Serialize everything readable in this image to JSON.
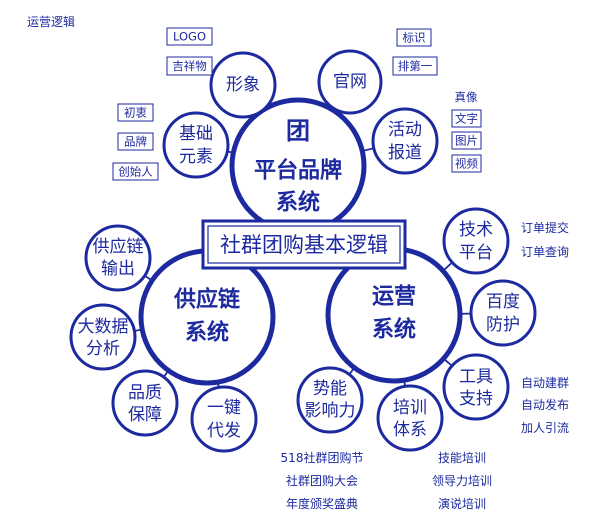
{
  "title": "运营逻辑",
  "center": {
    "label": "社群团购基本逻辑"
  },
  "colors": {
    "primary": "#1d2a9f",
    "background": "#ffffff"
  },
  "brand_system": {
    "lines": [
      "团",
      "平台品牌",
      "系统"
    ],
    "branches": [
      {
        "lines": [
          "基础",
          "元素"
        ],
        "tags": [
          "初衷",
          "品牌",
          "创始人"
        ]
      },
      {
        "lines": [
          "形象"
        ],
        "tags": [
          "LOGO",
          "吉祥物"
        ]
      },
      {
        "lines": [
          "官网"
        ],
        "tags": [
          "标识",
          "排第一"
        ]
      },
      {
        "lines": [
          "活动",
          "报道"
        ],
        "tags": [
          "真像",
          "文字",
          "图片",
          "视频"
        ]
      }
    ]
  },
  "supply_chain_system": {
    "lines": [
      "供应链",
      "系统"
    ],
    "branches": [
      {
        "lines": [
          "供应链",
          "输出"
        ]
      },
      {
        "lines": [
          "大数据",
          "分析"
        ]
      },
      {
        "lines": [
          "品质",
          "保障"
        ]
      },
      {
        "lines": [
          "一键",
          "代发"
        ]
      }
    ]
  },
  "operations_system": {
    "lines": [
      "运营",
      "系统"
    ],
    "branches": [
      {
        "lines": [
          "技术",
          "平台"
        ],
        "notes": [
          "订单提交",
          "订单查询"
        ]
      },
      {
        "lines": [
          "百度",
          "防护"
        ]
      },
      {
        "lines": [
          "工具",
          "支持"
        ],
        "notes": [
          "自动建群",
          "自动发布",
          "加人引流"
        ]
      },
      {
        "lines": [
          "培训",
          "体系"
        ],
        "notes": [
          "技能培训",
          "领导力培训",
          "演说培训"
        ]
      },
      {
        "lines": [
          "势能",
          "影响力"
        ],
        "notes": [
          "518社群团购节",
          "社群团购大会",
          "年度颁奖盛典"
        ]
      }
    ]
  }
}
